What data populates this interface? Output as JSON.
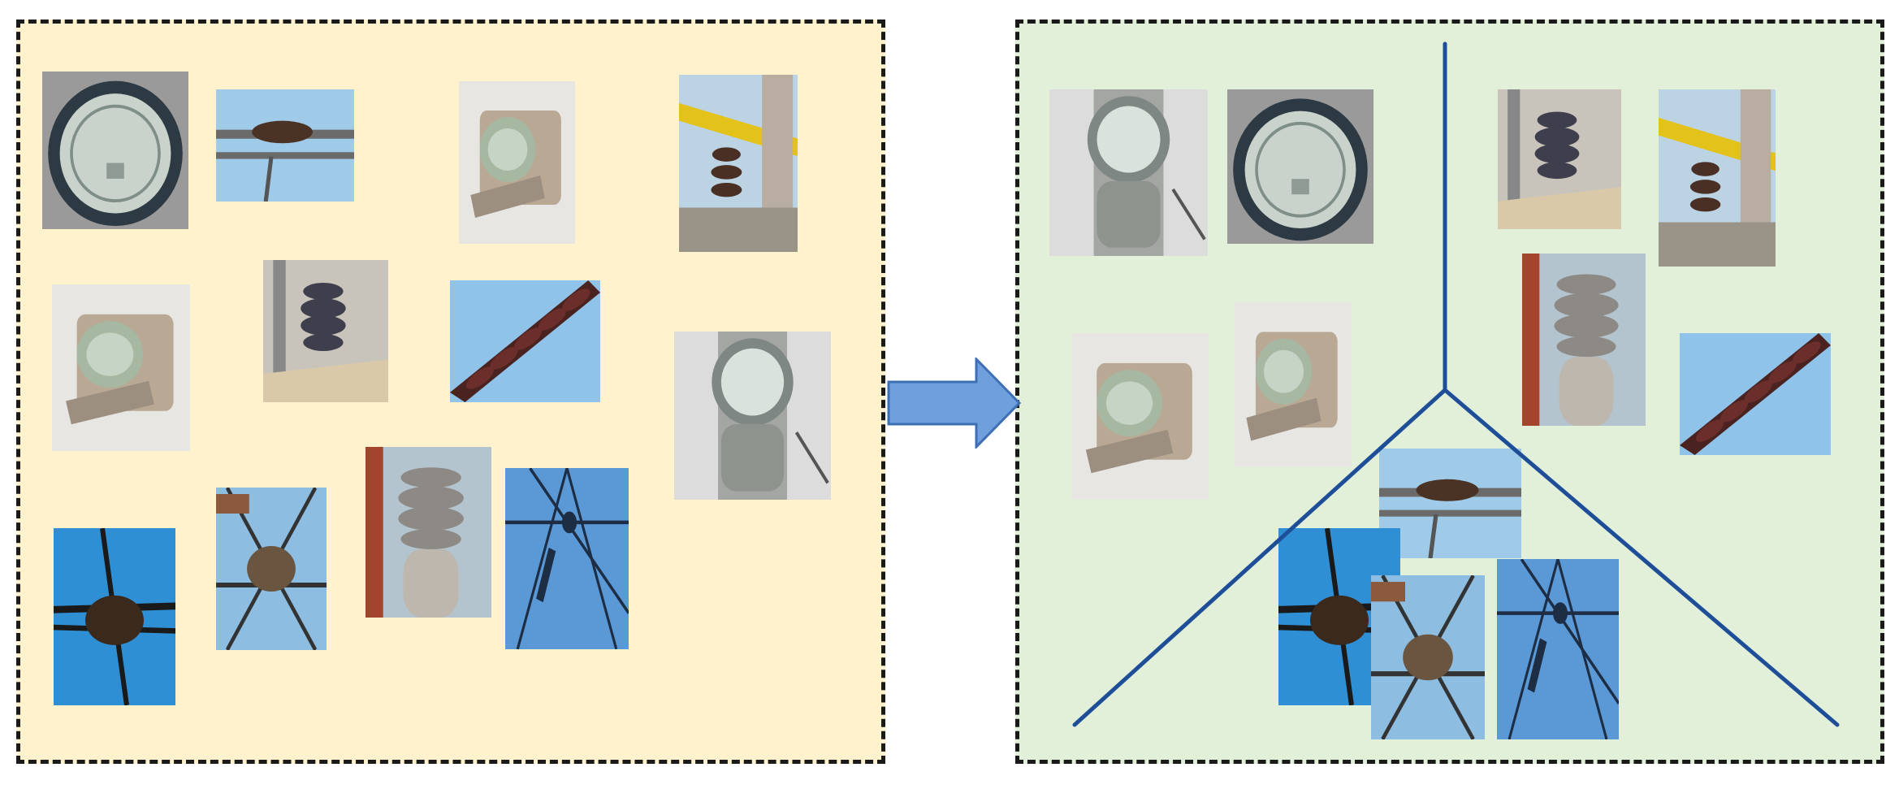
{
  "colors": {
    "left_panel_bg": "#fff2cc",
    "right_panel_bg": "#e2f0d9",
    "panel_border": "#1a1a1a",
    "arrow_fill": "#6f9fdc",
    "arrow_stroke": "#3d6fb5",
    "tree_line": "#1f4e99"
  },
  "left_panel": {
    "photos": [
      {
        "name": "photo-gauge-round-1",
        "kind": "gauge-round"
      },
      {
        "name": "photo-bird-nest-tower-1",
        "kind": "nest-sky"
      },
      {
        "name": "photo-gauge-square-1",
        "kind": "gauge-square"
      },
      {
        "name": "photo-insulator-yellow-beam",
        "kind": "insulator-yellow"
      },
      {
        "name": "photo-gauge-square-2",
        "kind": "gauge-square"
      },
      {
        "name": "photo-insulator-dark-1",
        "kind": "insulator-dark"
      },
      {
        "name": "photo-insulator-red-diagonal",
        "kind": "insulator-red"
      },
      {
        "name": "photo-gauge-column-1",
        "kind": "gauge-column"
      },
      {
        "name": "photo-bird-nest-blue-1",
        "kind": "nest-blue"
      },
      {
        "name": "photo-bird-nest-tower-2",
        "kind": "nest-tower"
      },
      {
        "name": "photo-insulator-grey-stack",
        "kind": "insulator-grey"
      },
      {
        "name": "photo-tower-lattice-blue",
        "kind": "tower-blue"
      }
    ]
  },
  "right_panel": {
    "groups": [
      {
        "name": "gauge-cluster",
        "photos": [
          "gauge-column",
          "gauge-round",
          "gauge-square",
          "gauge-square"
        ]
      },
      {
        "name": "insulator-cluster",
        "photos": [
          "insulator-dark",
          "insulator-yellow",
          "insulator-grey",
          "insulator-red"
        ]
      },
      {
        "name": "bird-nest-cluster",
        "photos": [
          "nest-sky",
          "nest-blue",
          "nest-tower",
          "tower-blue"
        ]
      }
    ]
  }
}
